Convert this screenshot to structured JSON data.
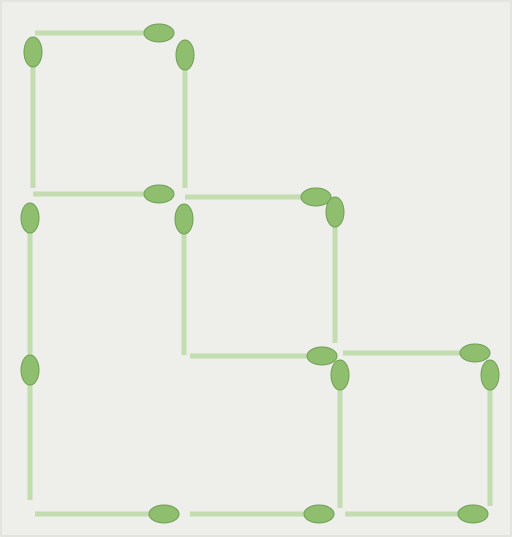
{
  "puzzle": {
    "kind": "matchstick-arrangement",
    "match_count": 16,
    "square_count": 4,
    "colors": {
      "paper": "#eeeeea",
      "match_stick": "#c3dcb0",
      "match_stick_edge": "#aecb98",
      "match_head": "#8fbf6e",
      "match_head_edge": "#6f9f55"
    }
  }
}
